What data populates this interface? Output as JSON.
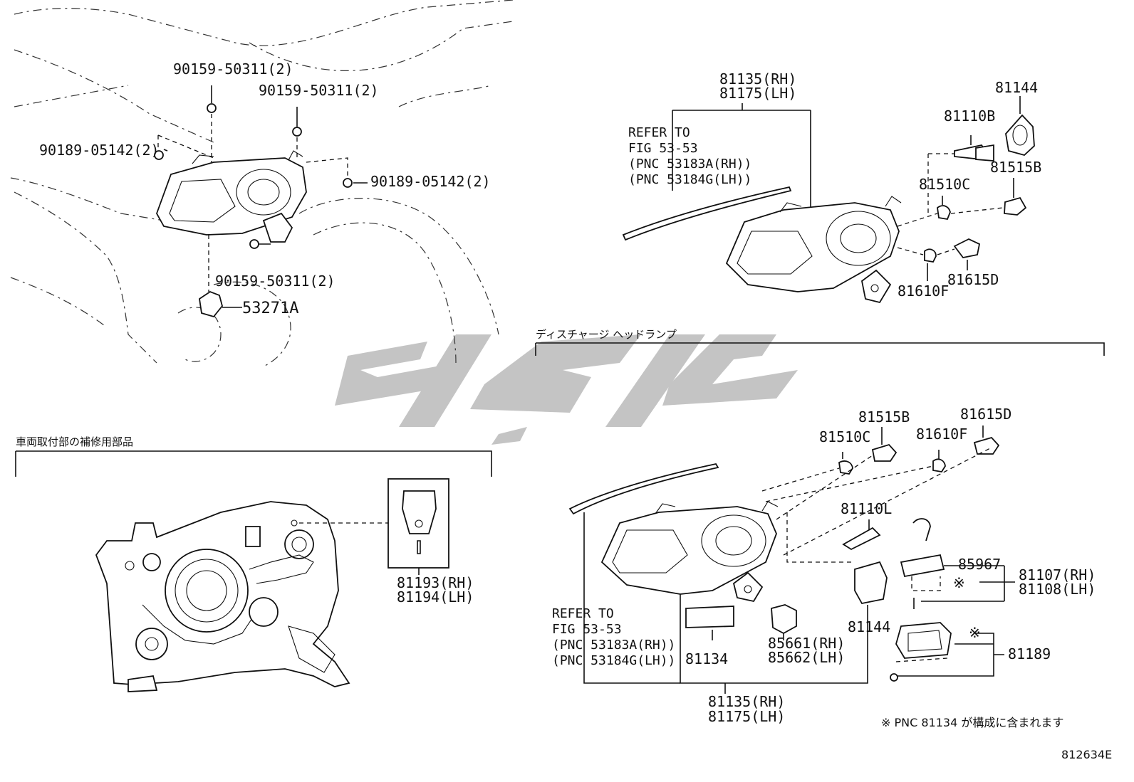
{
  "labels": {
    "tl_90159_a": "90159-50311(2)",
    "tl_90159_b": "90159-50311(2)",
    "tl_90189_a": "90189-05142(2)",
    "tl_90189_b": "90189-05142(2)",
    "tl_90159_c": "90159-50311(2)",
    "tl_53271a": "53271A",
    "tr_81135": "81135(RH)",
    "tr_81175": "81175(LH)",
    "tr_refer": "REFER TO",
    "tr_fig": "FIG 53-53",
    "tr_pnc1": "(PNC 53183A(RH))",
    "tr_pnc2": "(PNC 53184G(LH))",
    "tr_81144": "81144",
    "tr_81110b": "81110B",
    "tr_81515b": "81515B",
    "tr_81510c": "81510C",
    "tr_81615d": "81615D",
    "tr_81610f": "81610F",
    "jp_discharge": "ディスチャージ ヘッドランプ",
    "jp_repair": "車両取付部の補修用部品",
    "bl_81193": "81193(RH)",
    "bl_81194": "81194(LH)",
    "br_81515b": "81515B",
    "br_81615d": "81615D",
    "br_81510c": "81510C",
    "br_81610f": "81610F",
    "br_81110l": "81110L",
    "br_85967": "85967",
    "br_81107": "81107(RH)",
    "br_81108": "81108(LH)",
    "br_note_mark": "※",
    "br_81144": "81144",
    "br_refer": "REFER TO",
    "br_fig": "FIG 53-53",
    "br_pnc1": "(PNC 53183A(RH))",
    "br_pnc2": "(PNC 53184G(LH))",
    "br_81134": "81134",
    "br_85661": "85661(RH)",
    "br_85662": "85662(LH)",
    "br_81189": "81189",
    "br_mark2": "※",
    "br_81135": "81135(RH)",
    "br_81175": "81175(LH)",
    "footnote": "※ PNC 81134 が構成に含まれます",
    "diagram_code": "812634E"
  }
}
